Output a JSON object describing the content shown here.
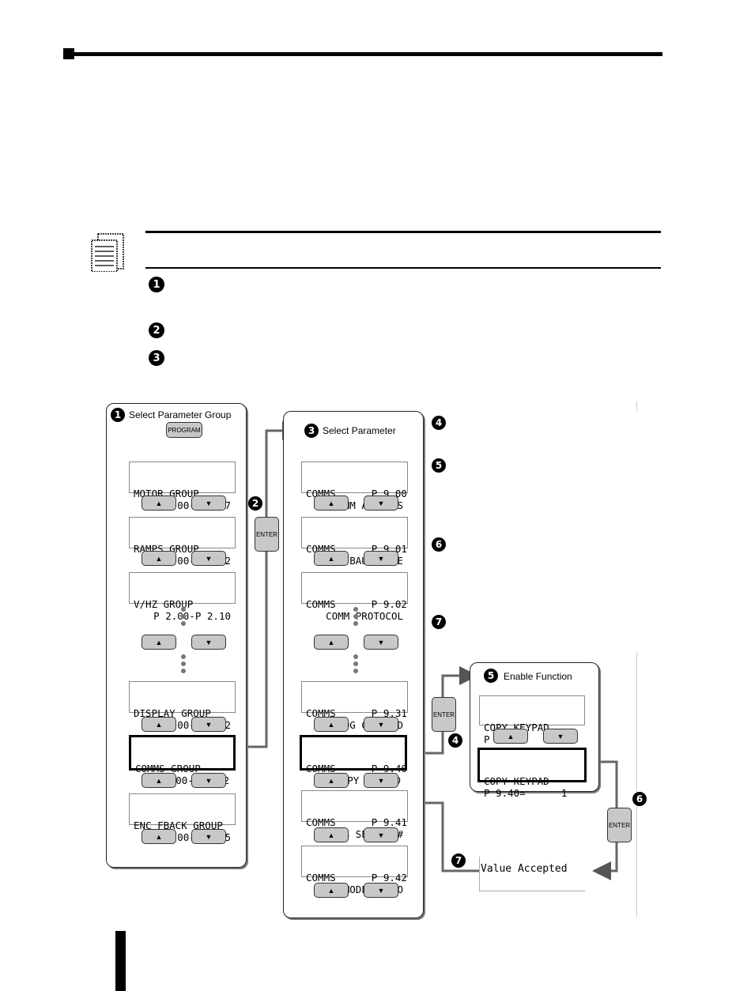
{
  "notes": {
    "step1": "1",
    "step2": "2",
    "step3": "3"
  },
  "panel1": {
    "title": "Select Parameter Group",
    "step": "1",
    "program_label": "PROGRAM",
    "groups": [
      {
        "l1": "MOTOR GROUP",
        "l2": "P 0.00-P 0.07"
      },
      {
        "l1": "RAMPS GROUP",
        "l2": "P 1.00-P 1.22"
      },
      {
        "l1": "V/HZ GROUP",
        "l2": "P 2.00-P 2.10"
      },
      {
        "l1": "DISPLAY GROUP",
        "l2": "P 8.00-P 8.02"
      },
      {
        "l1": "COMMS GROUP",
        "l2": "P 9.00-P 9.42"
      },
      {
        "l1": "ENC FBACK GROUP",
        "l2": "P10.00-P10.05"
      }
    ]
  },
  "enter1": {
    "label": "ENTER",
    "step": "2"
  },
  "panel2": {
    "title": "Select Parameter",
    "step": "3",
    "params": [
      {
        "l1": "COMMS      P 9.00",
        "l2": "COMM ADDRESS"
      },
      {
        "l1": "COMMS      P 9.01",
        "l2": "COMM BAUD RATE"
      },
      {
        "l1": "COMMS      P 9.02",
        "l2": "COMM PROTOCOL"
      },
      {
        "l1": "COMMS      P 9.31",
        "l2": "JOG COMMAND"
      },
      {
        "l1": "COMMS      P 9.40",
        "l2": "COPY KEYPAD"
      },
      {
        "l1": "COMMS      P 9.41",
        "l2": "CS SERIES #"
      },
      {
        "l1": "COMMS      P 9.42",
        "l2": "MFG MODEL INFO"
      }
    ]
  },
  "side_steps": [
    "4",
    "5",
    "6",
    "7"
  ],
  "enter2": {
    "label": "ENTER",
    "step": "4"
  },
  "panel3": {
    "title": "Enable Function",
    "step": "5",
    "d1": {
      "l1": "COPY KEYPAD",
      "l2": "P 9.40=      0"
    },
    "d2": {
      "l1": "COPY KEYPAD",
      "l2": "P 9.40=      1"
    }
  },
  "enter3": {
    "label": "ENTER",
    "step": "6"
  },
  "accepted": {
    "text": "Value Accepted",
    "step": "7"
  },
  "keys": {
    "up": "▲",
    "down": "▼"
  }
}
